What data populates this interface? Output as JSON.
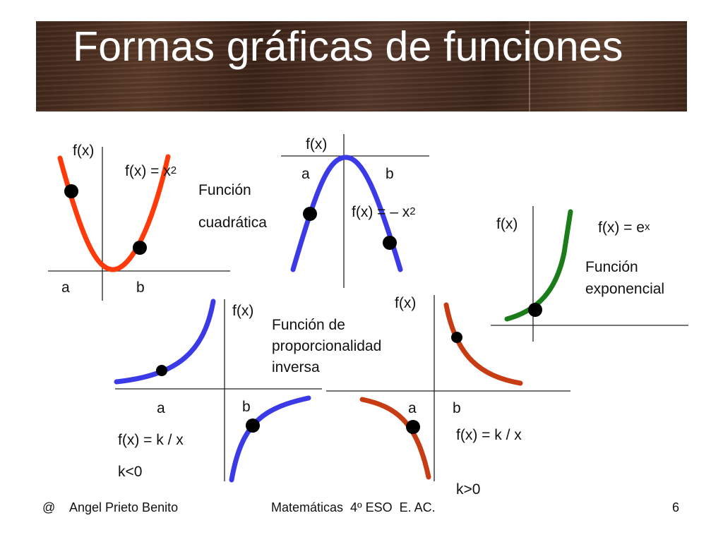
{
  "slide": {
    "title": "Formas gráficas de funciones",
    "page_number": "6"
  },
  "footer": {
    "author_symbol": "@",
    "author": "Angel Prieto Benito",
    "course": "Matemáticas  4º ESO  E. AC."
  },
  "colors": {
    "quadratic": "#ff3a0a",
    "negative_quadratic": "#3a3ae6",
    "exponential": "#1a7d1a",
    "inverse_left": "#3a3ae6",
    "inverse_right": "#c83c14",
    "axis": "#222222",
    "point": "#000000"
  },
  "graphs": {
    "quadratic": {
      "axis_label": "f(x)",
      "formula_base": "f(x) = x",
      "formula_exp": "2",
      "name_line1": "Función",
      "name_line2": "cuadrática",
      "a": "a",
      "b": "b"
    },
    "negative_quadratic": {
      "axis_label": "f(x)",
      "formula_base": "f(x) = – x",
      "formula_exp": "2",
      "a": "a",
      "b": "b"
    },
    "exponential": {
      "axis_label": "f(x)",
      "formula_base": "f(x) = e",
      "formula_exp": "x",
      "name_line1": "Función",
      "name_line2": "exponencial"
    },
    "inverse": {
      "name": "Función de proporcionalidad inversa",
      "left": {
        "axis_label": "f(x)",
        "a": "a",
        "b": "b",
        "formula": "f(x) = k / x",
        "condition": "k<0"
      },
      "right": {
        "axis_label": "f(x)",
        "a": "a",
        "b": "b",
        "formula": "f(x) = k / x",
        "condition": "k>0"
      }
    }
  }
}
